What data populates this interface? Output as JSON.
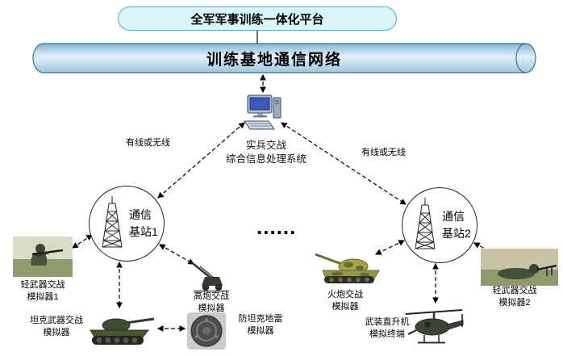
{
  "platform": {
    "label": "全军军事训练一体化平台"
  },
  "network": {
    "label": "训练基地通信网络"
  },
  "processor": {
    "line1": "实兵交战",
    "line2": "综合信息处理系统"
  },
  "links": {
    "left_label": "有线或无线",
    "right_label": "有线或无线"
  },
  "ellipsis": "......",
  "station1": {
    "line1": "通信",
    "line2": "基站1"
  },
  "station2": {
    "line1": "通信",
    "line2": "基站2"
  },
  "devices": {
    "light_weapon_1": {
      "line1": "轻武器交战",
      "line2": "模拟器1"
    },
    "tank": {
      "line1": "坦克武器交战",
      "line2": "模拟器"
    },
    "aa_gun": {
      "line1": "高炮交战",
      "line2": "模拟器"
    },
    "mine": {
      "line1": "防坦克地雷",
      "line2": "模拟器"
    },
    "artillery": {
      "line1": "火炮交战",
      "line2": "模拟器"
    },
    "helicopter": {
      "line1": "武装直升机",
      "line2": "模拟终端"
    },
    "light_weapon_2": {
      "line1": "轻武器交战",
      "line2": "模拟器2"
    }
  },
  "icons": {
    "processor": "computer-workstation-icon",
    "station": "radio-tower-icon",
    "light_weapon_1": "soldier-photo-icon",
    "tank": "tank-photo-icon",
    "aa_gun": "anti-aircraft-gun-icon",
    "mine": "anti-tank-mine-icon",
    "artillery": "self-propelled-artillery-icon",
    "helicopter": "attack-helicopter-icon",
    "light_weapon_2": "soldier-photo-icon"
  },
  "colors": {
    "platform_fill": "#dcf6f8",
    "platform_border": "#4aaec4",
    "cylinder_top": "#87b3d1",
    "cylinder_mid": "#e2f1fb",
    "cylinder_bottom": "#9ec4dc",
    "line": "#000000"
  }
}
